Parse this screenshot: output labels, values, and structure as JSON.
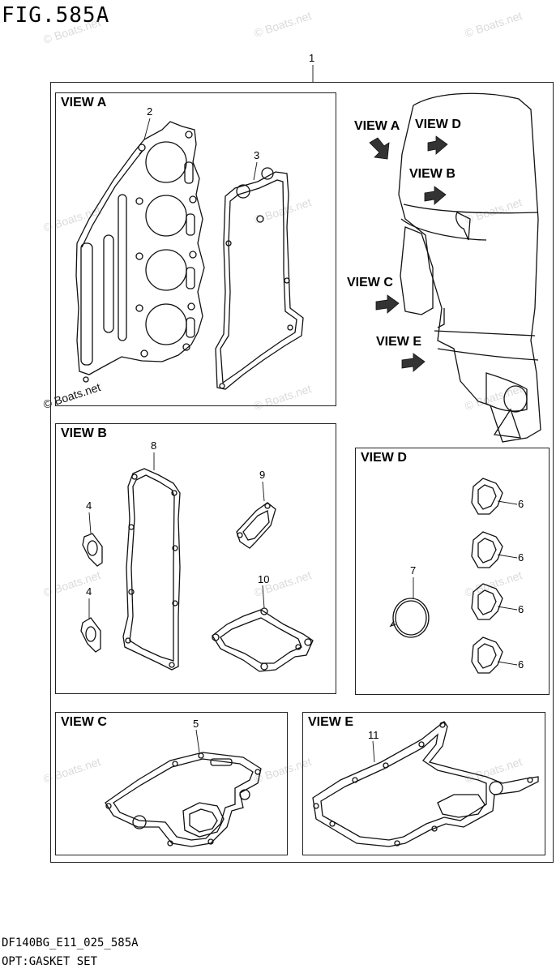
{
  "figure": {
    "title": "FIG.585A",
    "footer_code": "DF140BG_E11_025_585A",
    "footer_name": "OPT:GASKET SET"
  },
  "watermark": {
    "text": "© Boats.net"
  },
  "views": {
    "a": "VIEW A",
    "b": "VIEW B",
    "c": "VIEW C",
    "d": "VIEW D",
    "e": "VIEW E"
  },
  "engine_labels": [
    "VIEW A",
    "VIEW D",
    "VIEW B",
    "VIEW C",
    "VIEW E"
  ],
  "callouts": {
    "set": "1",
    "cylinder_head_gasket": "2",
    "cover_gasket": "3",
    "flange_gasket_upper": "4",
    "flange_gasket_lower": "4",
    "view_c_gasket": "5",
    "d_gasket_1": "6",
    "d_gasket_2": "6",
    "d_gasket_3": "6",
    "d_gasket_4": "6",
    "o_ring": "7",
    "long_gasket": "8",
    "small_gasket": "9",
    "plate_gasket": "10",
    "view_e_gasket": "11"
  }
}
